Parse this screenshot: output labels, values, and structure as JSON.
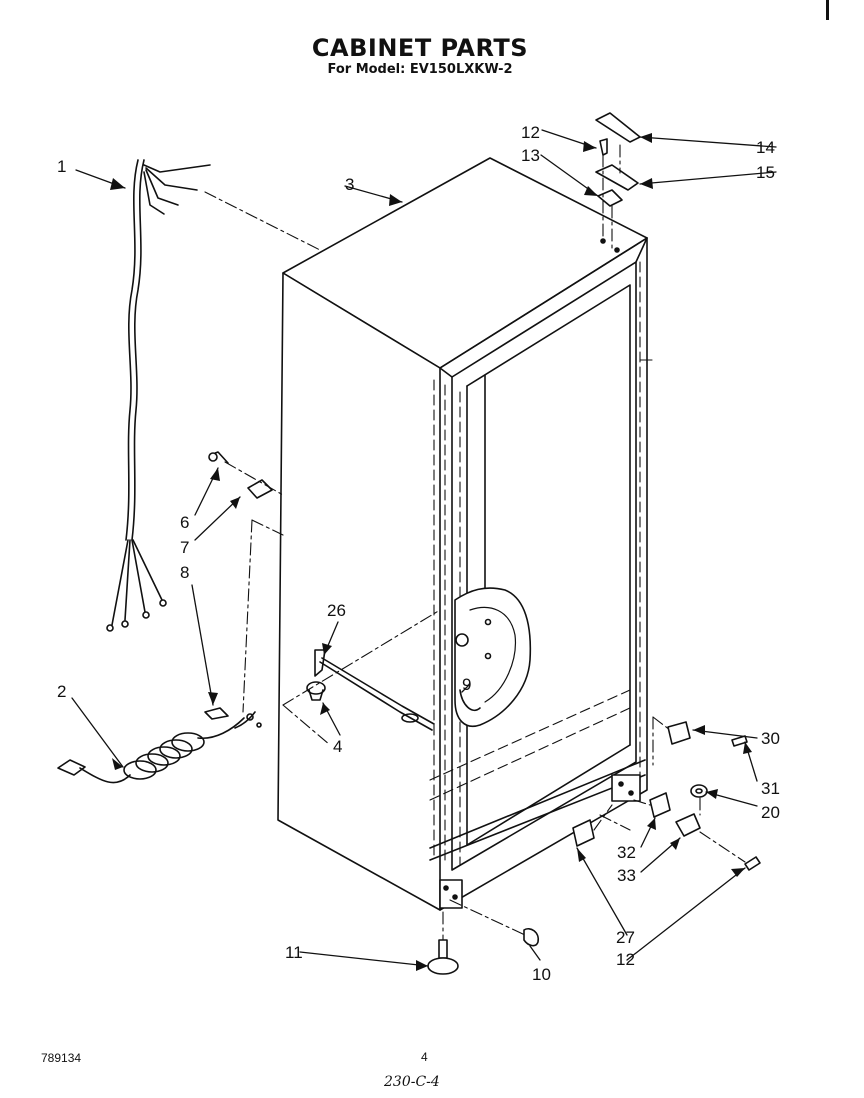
{
  "header": {
    "title": "CABINET PARTS",
    "subtitle": "For Model: EV150LXKW-2"
  },
  "callouts": {
    "c1": "1",
    "c2": "2",
    "c3": "3",
    "c4": "4",
    "c6": "6",
    "c7": "7",
    "c8": "8",
    "c9": "9",
    "c10": "10",
    "c11": "11",
    "c12a": "12",
    "c12b": "12",
    "c13": "13",
    "c14": "14",
    "c15": "15",
    "c20": "20",
    "c26": "26",
    "c27": "27",
    "c30": "30",
    "c31": "31",
    "c32": "32",
    "c33": "33"
  },
  "footer": {
    "drawing_number": "789134",
    "page_number": "4",
    "handwritten_note": "230-C-4"
  }
}
